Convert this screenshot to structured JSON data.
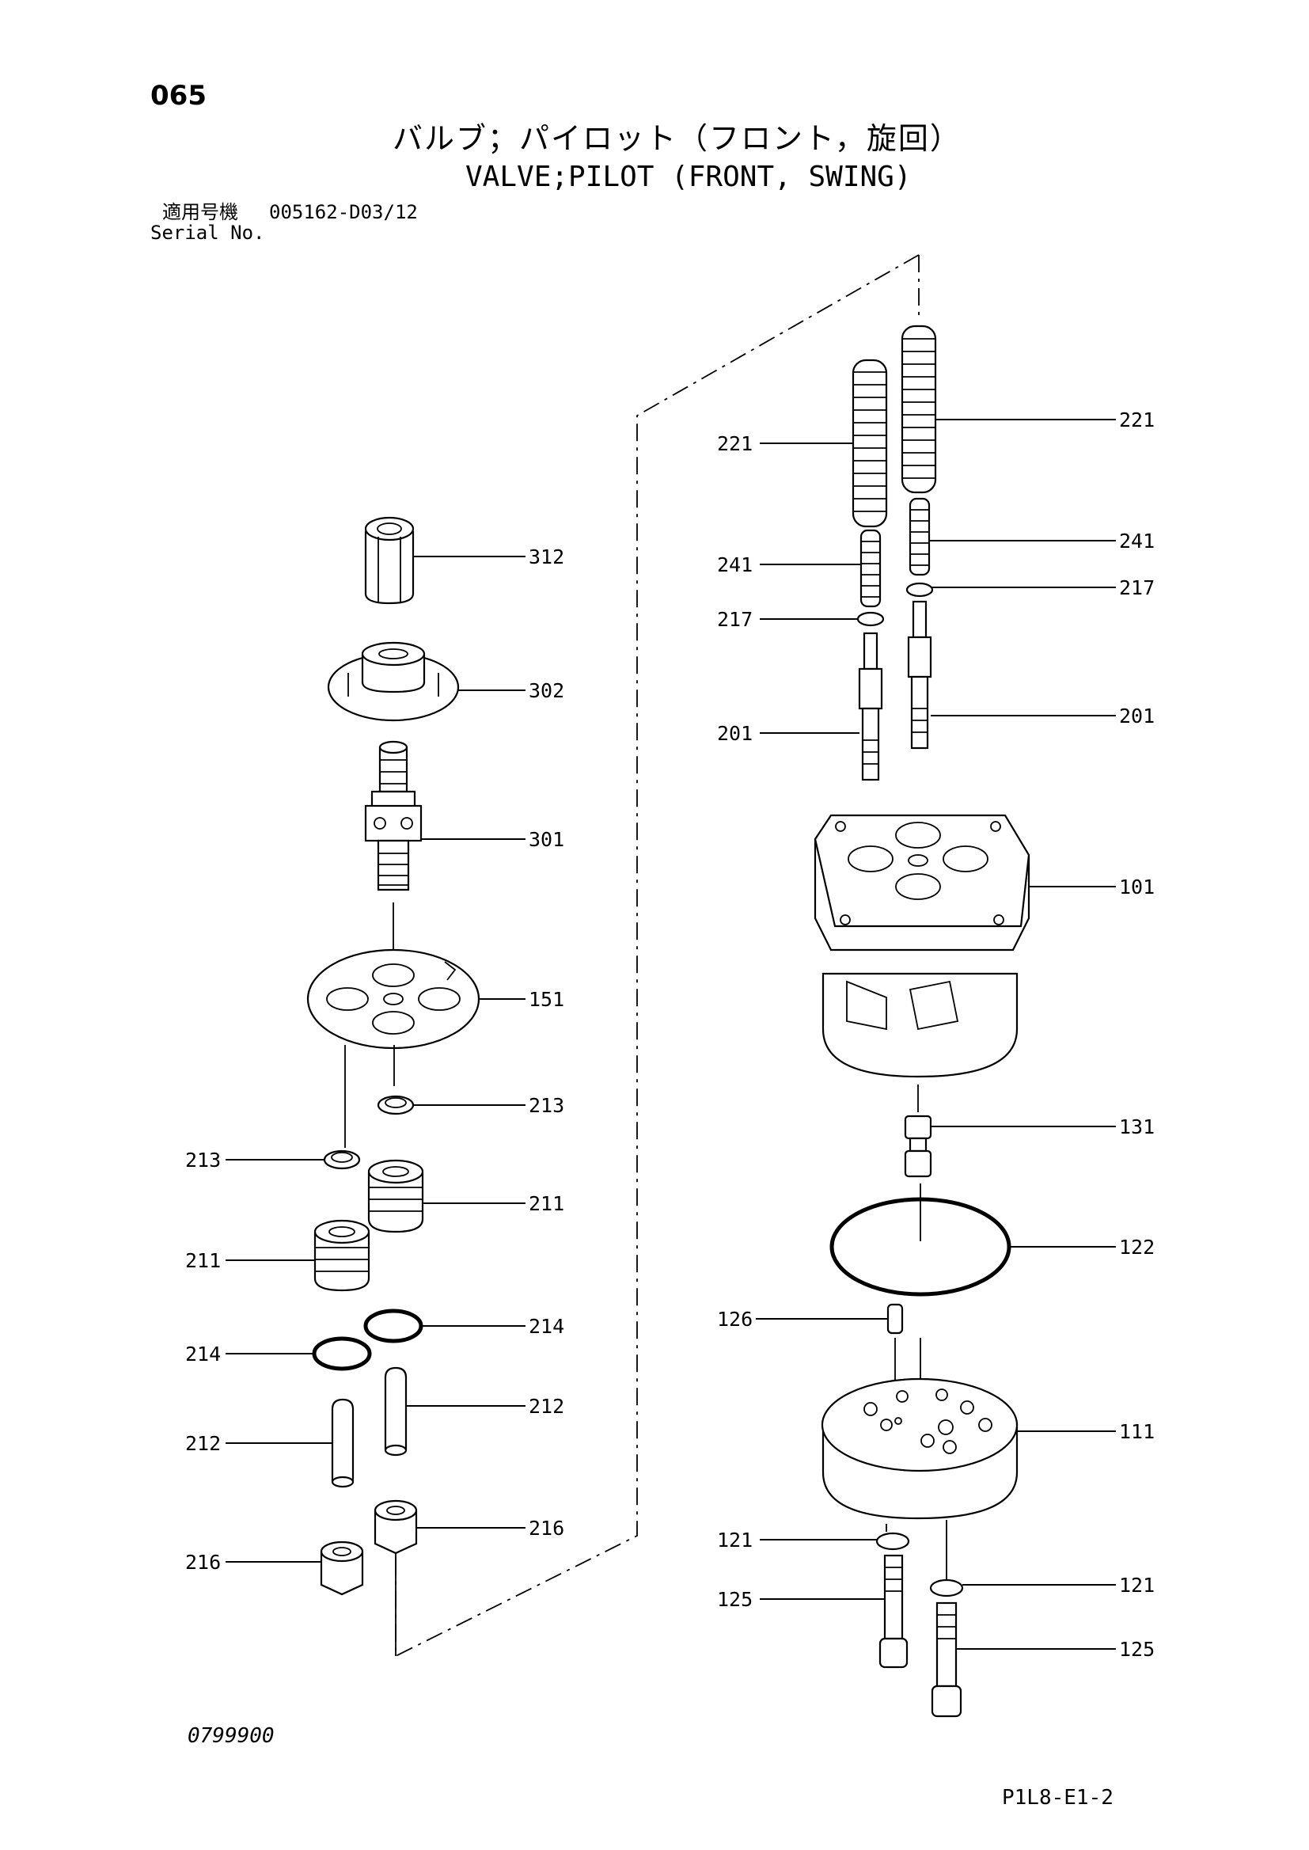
{
  "header": {
    "page_number": "065",
    "title_jp": "バルブ；パイロット（フロント，旋回）",
    "title_en": "VALVE;PILOT (FRONT, SWING)",
    "serial_label_jp": "適用号機",
    "serial_value": "005162-D03/12",
    "serial_label_en": "Serial No."
  },
  "footer": {
    "doc_code": "0799900",
    "sheet_code": "P1L8-E1-2"
  },
  "callouts": {
    "c312": "312",
    "c302": "302",
    "c301": "301",
    "c151": "151",
    "c213a": "213",
    "c213b": "213",
    "c211a": "211",
    "c211b": "211",
    "c214a": "214",
    "c214b": "214",
    "c212a": "212",
    "c212b": "212",
    "c216a": "216",
    "c216b": "216",
    "c221a": "221",
    "c221b": "221",
    "c241a": "241",
    "c241b": "241",
    "c217a": "217",
    "c217b": "217",
    "c201a": "201",
    "c201b": "201",
    "c101": "101",
    "c131": "131",
    "c122": "122",
    "c126": "126",
    "c111": "111",
    "c121a": "121",
    "c121b": "121",
    "c125a": "125",
    "c125b": "125"
  }
}
